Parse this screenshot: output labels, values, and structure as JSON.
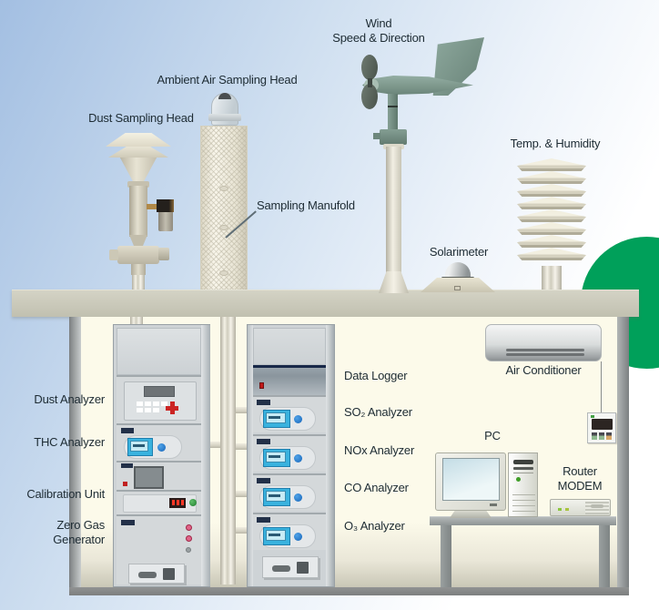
{
  "outdoor": {
    "wind_line1": "Wind",
    "wind_line2": "Speed & Direction",
    "ambient_head": "Ambient Air Sampling Head",
    "dust_head": "Dust Sampling Head",
    "manifold": "Sampling Manufold",
    "solarimeter": "Solarimeter",
    "temp_humidity": "Temp. & Humidity"
  },
  "indoor": {
    "dust_analyzer": "Dust Analyzer",
    "thc_analyzer": "THC Analyzer",
    "calibration_unit": "Calibration Unit",
    "zero_gas_line1": "Zero Gas",
    "zero_gas_line2": "Generator",
    "data_logger": "Data Logger",
    "so2_analyzer": "SO₂ Analyzer",
    "nox_analyzer": "NOx Analyzer",
    "co_analyzer": "CO Analyzer",
    "o3_analyzer": "O₃ Analyzer",
    "air_conditioner": "Air Conditioner",
    "pc": "PC",
    "router_line1": "Router",
    "router_line2": "MODEM"
  },
  "colors": {
    "sky_blue": "#a3bfe2",
    "roof_tan": "#d4d3c5",
    "interior_cream": "#fcfaea",
    "tree_green": "#00a05a",
    "sensor_green": "#7e998e",
    "lcd_blue": "#39b2de",
    "led_red": "#cb2423",
    "led_green": "#2e8c3e",
    "label_text": "#1d2b33"
  }
}
